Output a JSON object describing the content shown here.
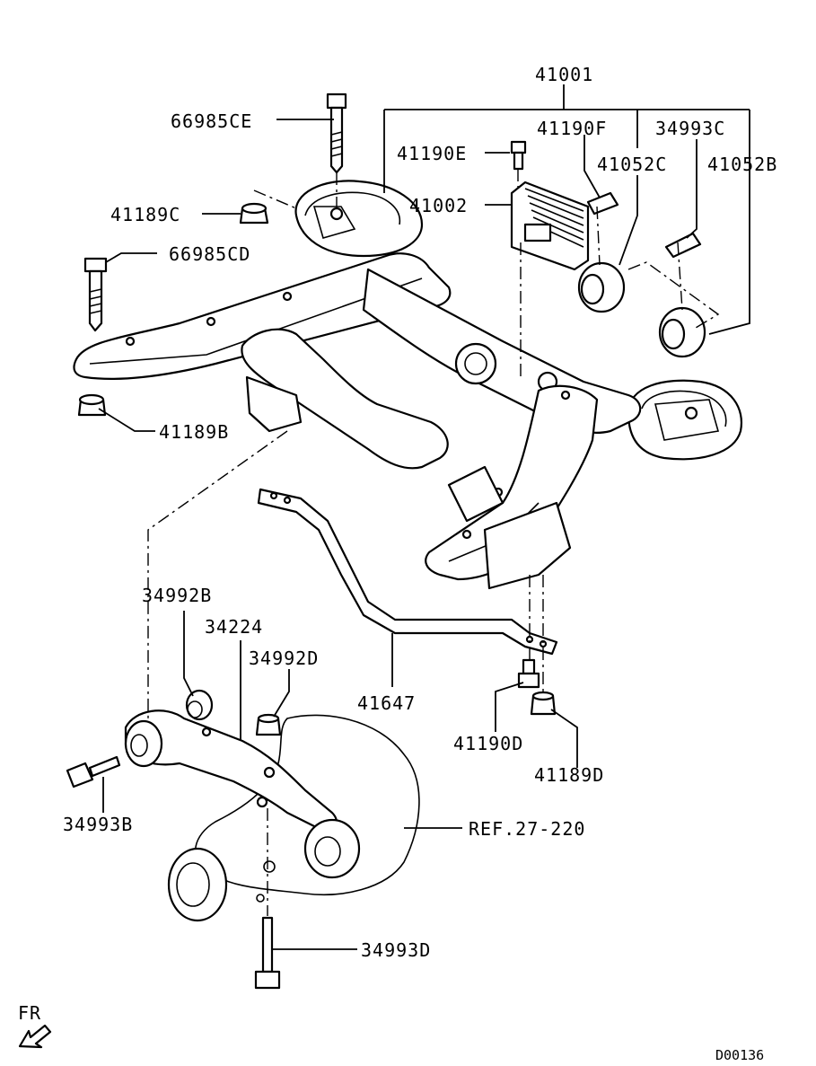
{
  "diagram": {
    "drawing_code": "D00136",
    "direction_label": "FR",
    "callouts": {
      "c41001": "41001",
      "c66985CE": "66985CE",
      "c41190F": "41190F",
      "c34993C": "34993C",
      "c41190E": "41190E",
      "c41052C": "41052C",
      "c41052B": "41052B",
      "c41002": "41002",
      "c41189C": "41189C",
      "c66985CD": "66985CD",
      "c41189B": "41189B",
      "c34992B": "34992B",
      "c34224": "34224",
      "c34992D": "34992D",
      "c41647": "41647",
      "c41190D": "41190D",
      "c41189D": "41189D",
      "c34993B": "34993B",
      "cREF": "REF.27-220",
      "c34993D": "34993D"
    }
  }
}
